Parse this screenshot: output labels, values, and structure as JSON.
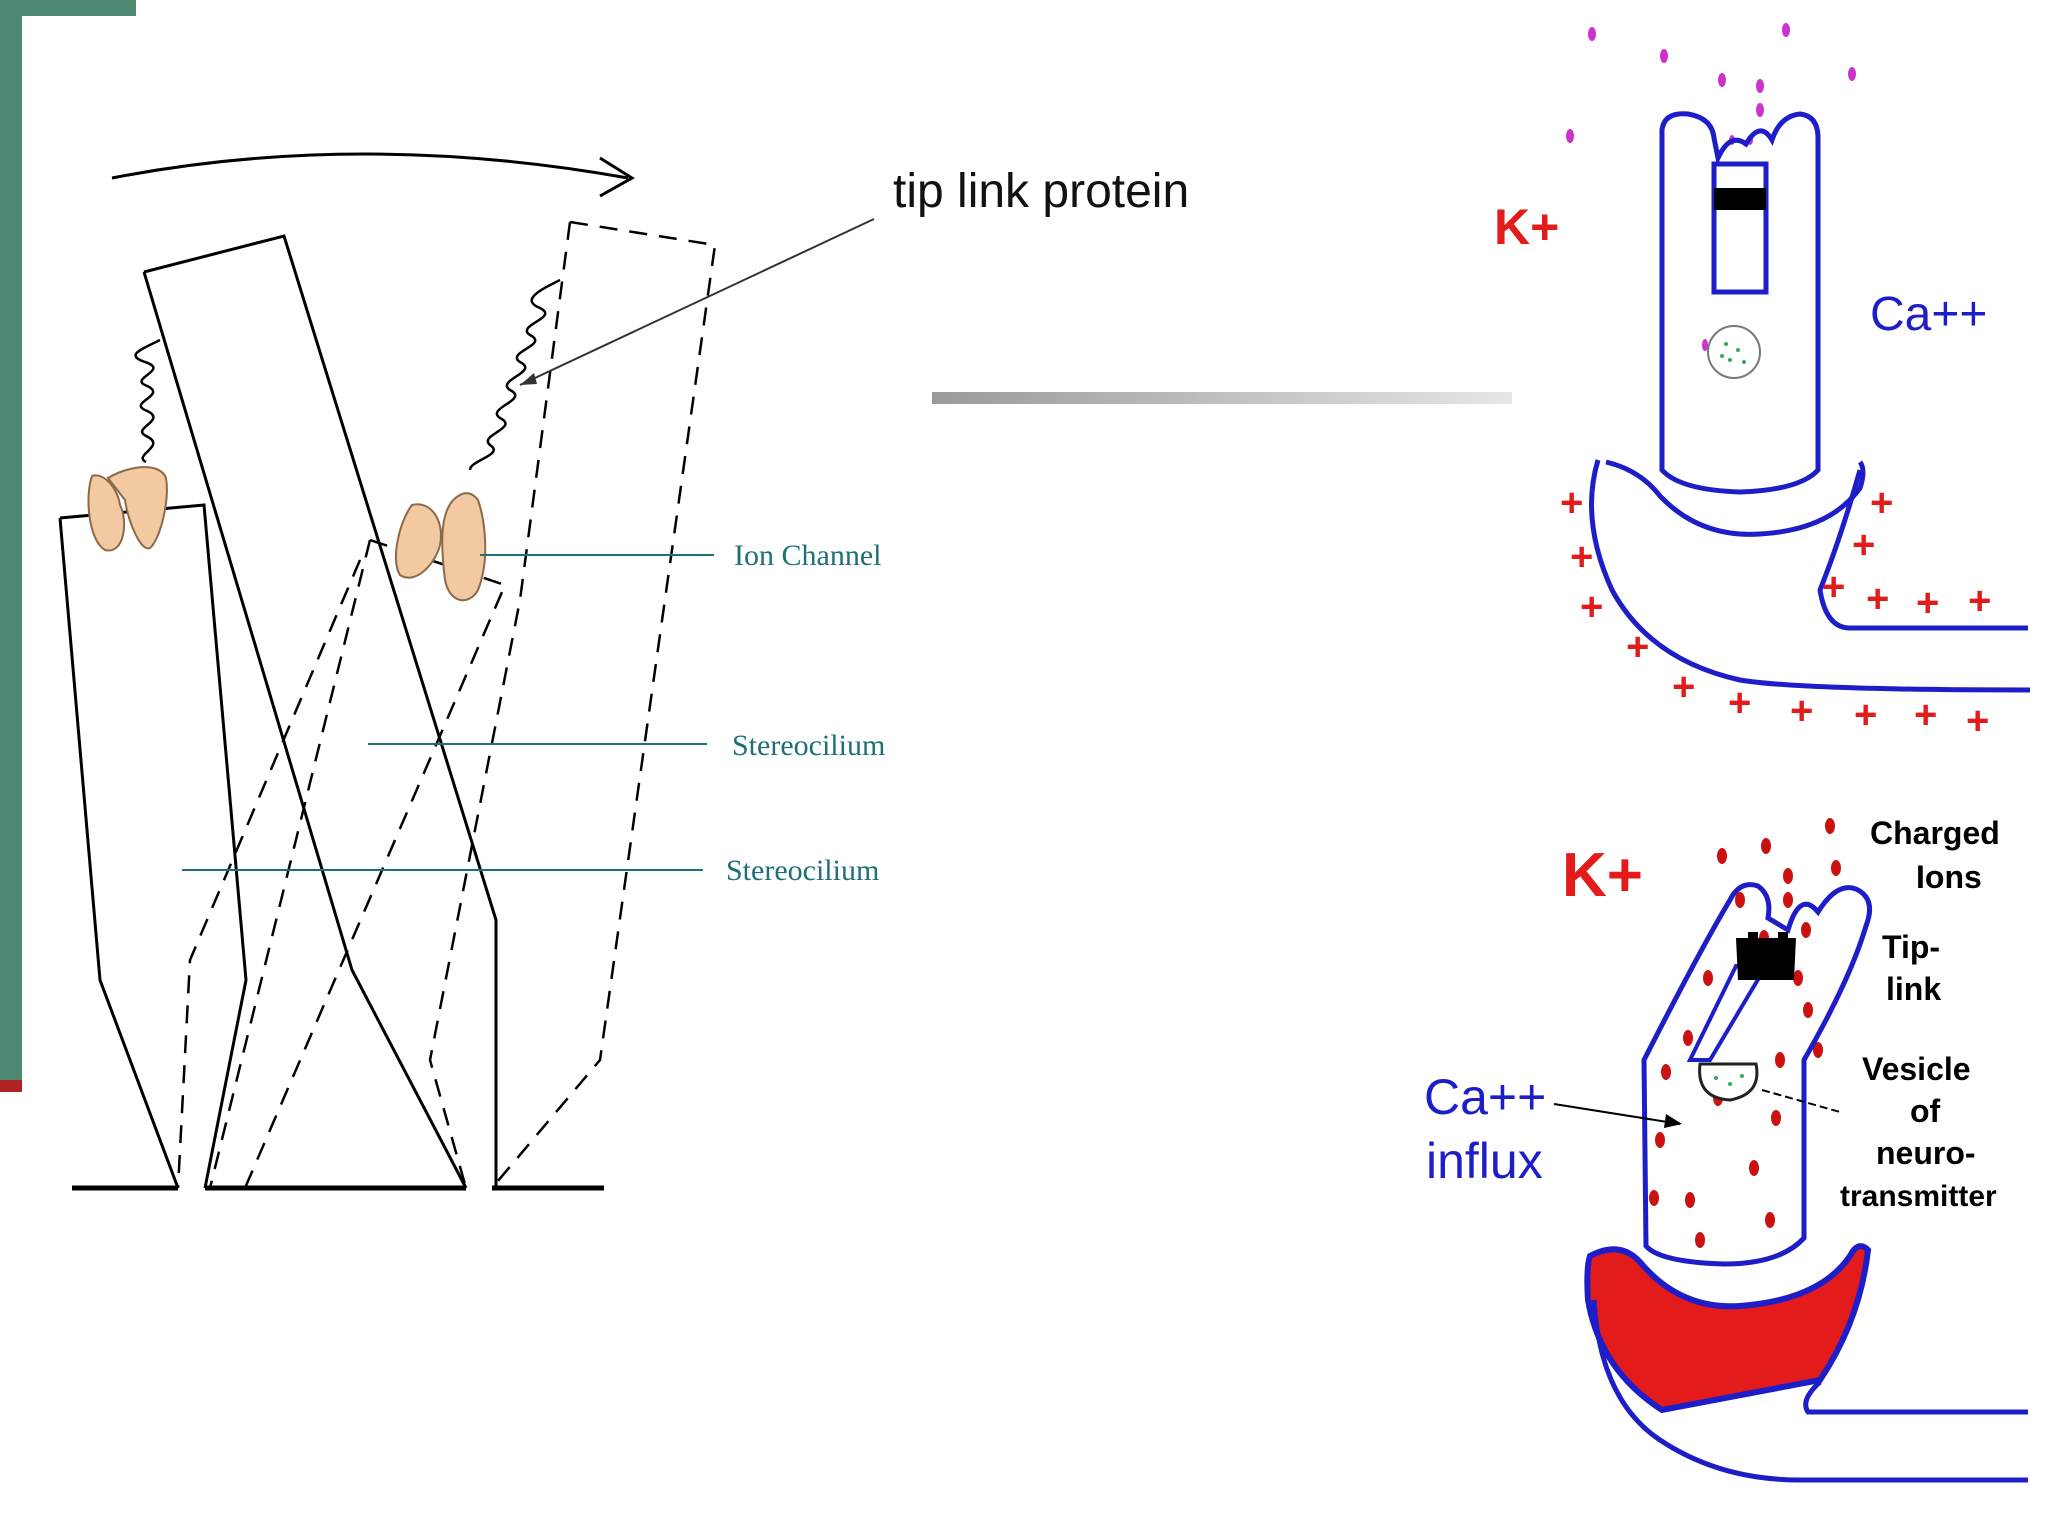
{
  "left_diagram": {
    "tip_link_label": "tip link protein",
    "ion_channel_label": "Ion Channel",
    "stereocilium_label_1": "Stereocilium",
    "stereocilium_label_2": "Stereocilium"
  },
  "right_top": {
    "potassium_label": "K+",
    "calcium_label": "Ca++"
  },
  "right_bottom": {
    "potassium_label": "K+",
    "charged_ions_line1": "Charged",
    "charged_ions_line2": "Ions",
    "tip_link_line1": "Tip-",
    "tip_link_line2": "link",
    "vesicle_line1": "Vesicle",
    "vesicle_line2": "of",
    "vesicle_line3": "neuro-",
    "vesicle_line4": "transmitter",
    "calcium_line1": "Ca++",
    "calcium_line2": "influx"
  },
  "colors": {
    "accent_green": "#4e8a72",
    "label_teal": "#1f6f77",
    "ion_red": "#e41b1b",
    "membrane_blue": "#1e1ec8",
    "channel_tan": "#f2c9a0",
    "magenta": "#cc33cc"
  }
}
